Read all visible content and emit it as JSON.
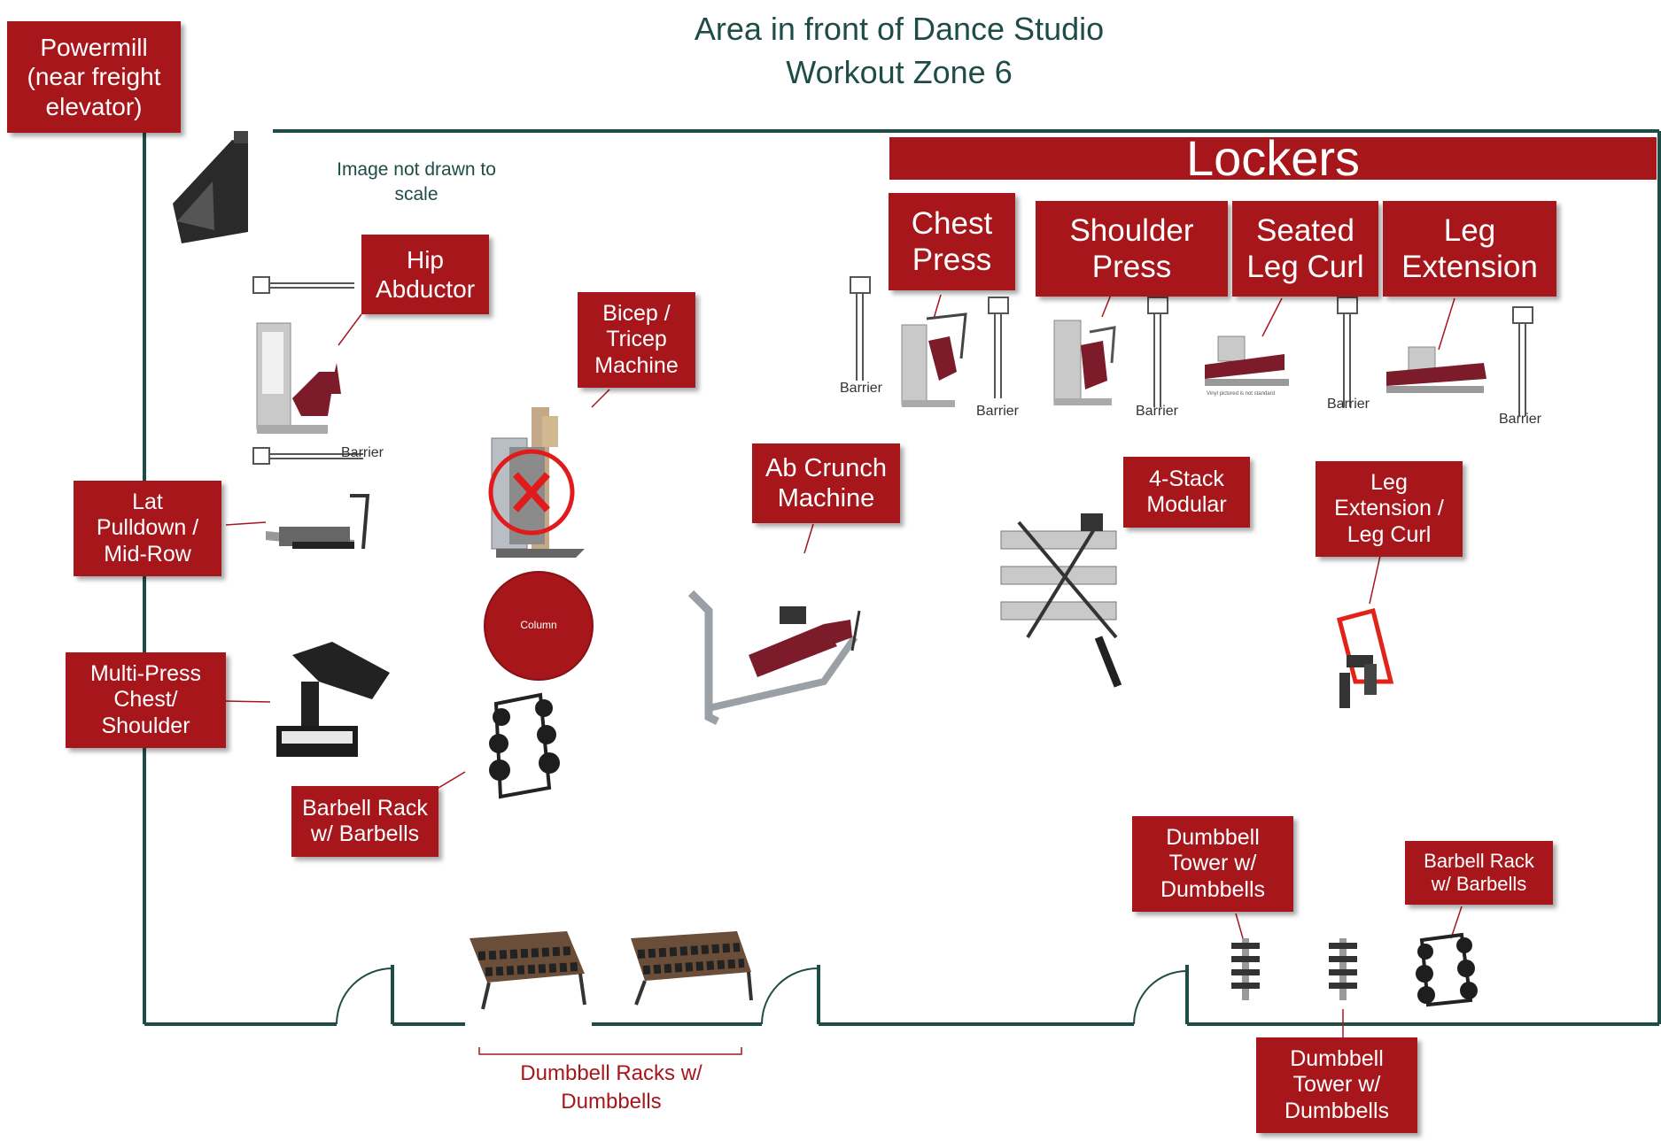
{
  "title": {
    "line1": "Area in front of  Dance Studio",
    "line2": "Workout Zone 6"
  },
  "note": {
    "line1": "Image not drawn to",
    "line2": "scale"
  },
  "colors": {
    "label_bg": "#a6161b",
    "label_text": "#ffffff",
    "wall": "#1e4c46",
    "title_text": "#1e4c46"
  },
  "labels": {
    "powermill": [
      "Powermill",
      "(near freight",
      "elevator)"
    ],
    "lockers": [
      "Lockers"
    ],
    "chest_press": [
      "Chest",
      "Press"
    ],
    "shoulder_press": [
      "Shoulder",
      "Press"
    ],
    "seated_leg_curl": [
      "Seated",
      "Leg Curl"
    ],
    "leg_extension": [
      "Leg",
      "Extension"
    ],
    "hip_abductor": [
      "Hip",
      "Abductor"
    ],
    "bicep_tricep": [
      "Bicep /",
      "Tricep",
      "Machine"
    ],
    "ab_crunch": [
      "Ab Crunch",
      "Machine"
    ],
    "four_stack": [
      "4-Stack",
      "Modular"
    ],
    "leg_ext_curl": [
      "Leg",
      "Extension /",
      "Leg Curl"
    ],
    "lat_pulldown": [
      "Lat",
      "Pulldown /",
      "Mid-Row"
    ],
    "multi_press": [
      "Multi-Press",
      "Chest/",
      "Shoulder"
    ],
    "barbell_rack_left": [
      "Barbell Rack",
      "w/ Barbells"
    ],
    "dumbbell_tower_1": [
      "Dumbbell",
      "Tower w/",
      "Dumbbells"
    ],
    "barbell_rack_right": [
      "Barbell Rack",
      "w/ Barbells"
    ],
    "dumbbell_tower_2": [
      "Dumbbell",
      "Tower w/",
      "Dumbbells"
    ]
  },
  "dumbbell_racks": [
    "Dumbbell Racks w/",
    "Dumbbells"
  ],
  "column_label": "Column",
  "barrier_label": "Barrier",
  "equipment_icons": [
    "stair-climber-icon",
    "hip-abductor-machine-icon",
    "lat-pulldown-machine-icon",
    "multi-press-machine-icon",
    "bicep-tricep-machine-icon",
    "barbell-rack-icon",
    "ab-crunch-machine-icon",
    "chest-press-machine-icon",
    "shoulder-press-machine-icon",
    "seated-leg-curl-machine-icon",
    "leg-extension-machine-icon",
    "four-stack-modular-icon",
    "leg-extension-curl-machine-icon",
    "dumbbell-rack-icon",
    "dumbbell-tower-icon",
    "removed-x-icon"
  ]
}
